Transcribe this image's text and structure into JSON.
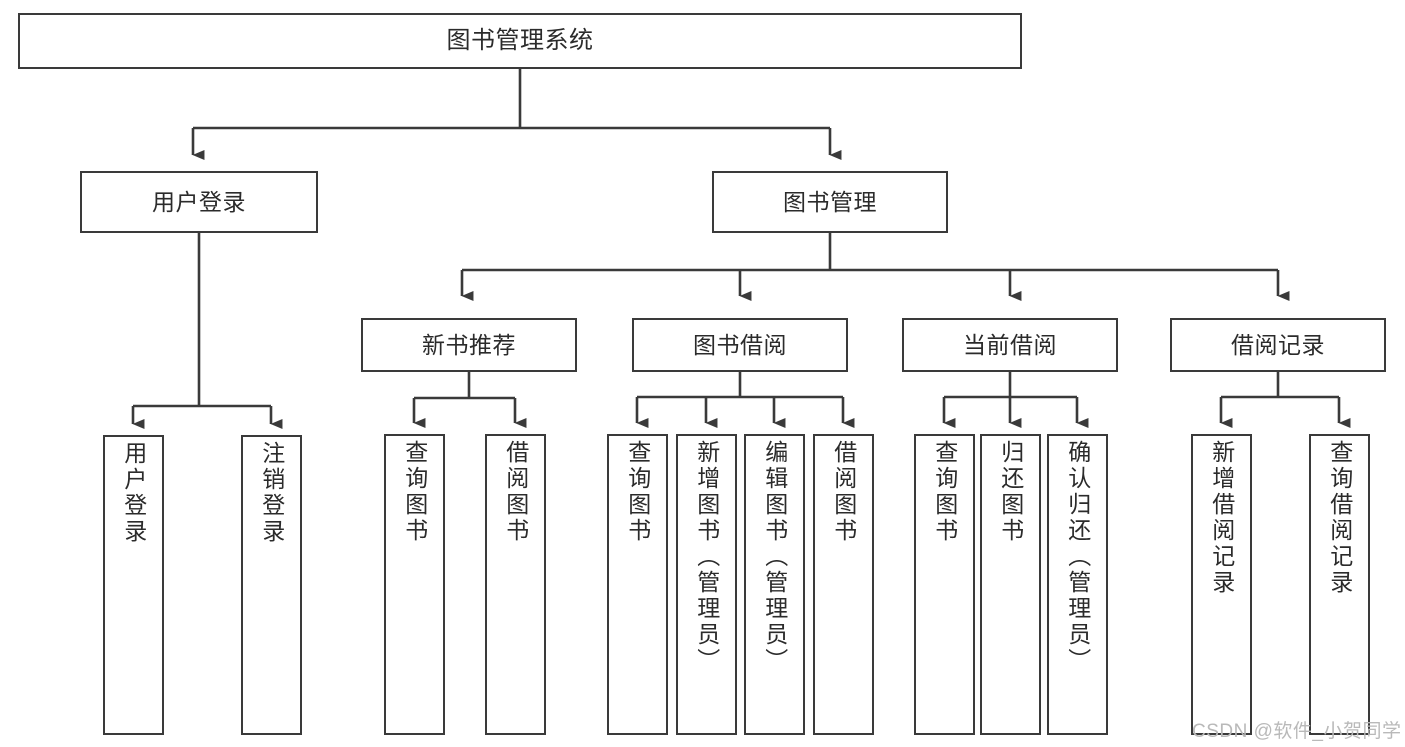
{
  "diagram": {
    "type": "tree-hierarchy",
    "title": "图书管理系统",
    "watermark": "CSDN @软件_小贺同学",
    "colors": {
      "stroke": "#3a3a3a",
      "fill": "#ffffff",
      "text": "#2b2b2b",
      "watermark": "#b9b9b9"
    },
    "nodes": {
      "root": {
        "label": "图书管理系统",
        "level": 0,
        "orientation": "horizontal"
      },
      "user_login": {
        "label": "用户登录",
        "level": 1,
        "orientation": "horizontal"
      },
      "book_manage": {
        "label": "图书管理",
        "level": 1,
        "orientation": "horizontal"
      },
      "new_book_rec": {
        "label": "新书推荐",
        "level": 2,
        "orientation": "horizontal"
      },
      "book_borrow": {
        "label": "图书借阅",
        "level": 2,
        "orientation": "horizontal"
      },
      "current_borrow": {
        "label": "当前借阅",
        "level": 2,
        "orientation": "horizontal"
      },
      "borrow_record": {
        "label": "借阅记录",
        "level": 2,
        "orientation": "horizontal"
      },
      "leaf_user_login": {
        "label": "用户登录",
        "level": 2,
        "orientation": "vertical"
      },
      "leaf_logout": {
        "label": "注销登录",
        "level": 2,
        "orientation": "vertical"
      },
      "leaf_query_book_1": {
        "label": "查询图书",
        "level": 3,
        "orientation": "vertical"
      },
      "leaf_borrow_book_1": {
        "label": "借阅图书",
        "level": 3,
        "orientation": "vertical"
      },
      "leaf_query_book_2": {
        "label": "查询图书",
        "level": 3,
        "orientation": "vertical"
      },
      "leaf_add_book": {
        "label": "新增图书（管理员）",
        "level": 3,
        "orientation": "vertical"
      },
      "leaf_edit_book": {
        "label": "编辑图书（管理员）",
        "level": 3,
        "orientation": "vertical"
      },
      "leaf_borrow_book_2": {
        "label": "借阅图书",
        "level": 3,
        "orientation": "vertical"
      },
      "leaf_query_book_3": {
        "label": "查询图书",
        "level": 3,
        "orientation": "vertical"
      },
      "leaf_return_book": {
        "label": "归还图书",
        "level": 3,
        "orientation": "vertical"
      },
      "leaf_confirm_return": {
        "label": "确认归还（管理员）",
        "level": 3,
        "orientation": "vertical"
      },
      "leaf_add_record": {
        "label": "新增借阅记录",
        "level": 3,
        "orientation": "vertical"
      },
      "leaf_query_record": {
        "label": "查询借阅记录",
        "level": 3,
        "orientation": "vertical"
      }
    },
    "edges": [
      {
        "from": "root",
        "to": "user_login"
      },
      {
        "from": "root",
        "to": "book_manage"
      },
      {
        "from": "user_login",
        "to": "leaf_user_login"
      },
      {
        "from": "user_login",
        "to": "leaf_logout"
      },
      {
        "from": "book_manage",
        "to": "new_book_rec"
      },
      {
        "from": "book_manage",
        "to": "book_borrow"
      },
      {
        "from": "book_manage",
        "to": "current_borrow"
      },
      {
        "from": "book_manage",
        "to": "borrow_record"
      },
      {
        "from": "new_book_rec",
        "to": "leaf_query_book_1"
      },
      {
        "from": "new_book_rec",
        "to": "leaf_borrow_book_1"
      },
      {
        "from": "book_borrow",
        "to": "leaf_query_book_2"
      },
      {
        "from": "book_borrow",
        "to": "leaf_add_book"
      },
      {
        "from": "book_borrow",
        "to": "leaf_edit_book"
      },
      {
        "from": "book_borrow",
        "to": "leaf_borrow_book_2"
      },
      {
        "from": "current_borrow",
        "to": "leaf_query_book_3"
      },
      {
        "from": "current_borrow",
        "to": "leaf_return_book"
      },
      {
        "from": "current_borrow",
        "to": "leaf_confirm_return"
      },
      {
        "from": "borrow_record",
        "to": "leaf_add_record"
      },
      {
        "from": "borrow_record",
        "to": "leaf_query_record"
      }
    ]
  }
}
